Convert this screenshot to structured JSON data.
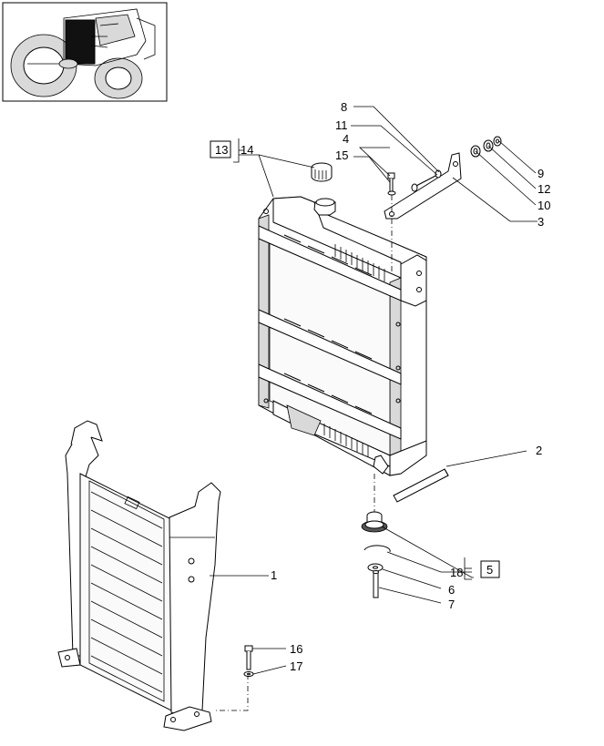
{
  "labels": {
    "p1": "1",
    "p2": "2",
    "p3": "3",
    "p4": "4",
    "p5": "5",
    "p6": "6",
    "p7": "7",
    "p8": "8",
    "p9": "9",
    "p10": "10",
    "p11": "11",
    "p12": "12",
    "p13": "13",
    "p14": "14",
    "p15": "15",
    "p16": "16",
    "p17": "17",
    "p18": "18"
  }
}
